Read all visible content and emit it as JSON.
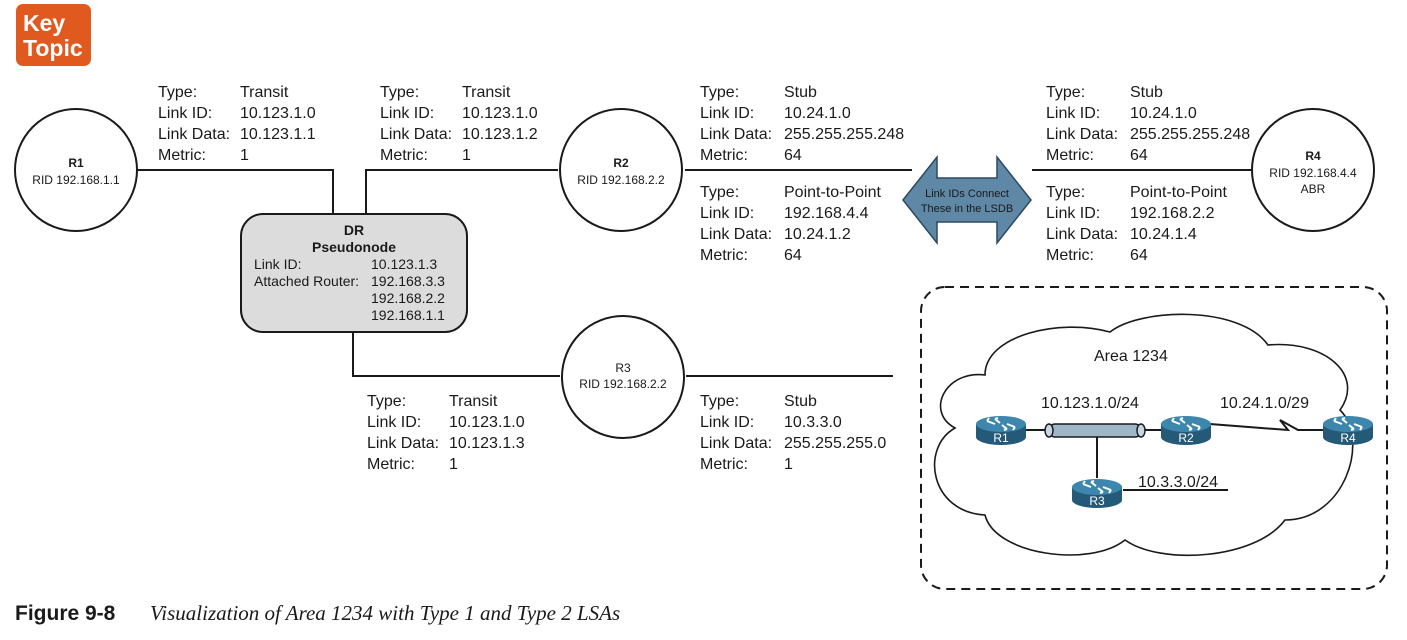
{
  "badge": {
    "line1": "Key",
    "line2": "Topic"
  },
  "routers": {
    "r1": {
      "name": "R1",
      "rid": "RID 192.168.1.1"
    },
    "r2": {
      "name": "R2",
      "rid": "RID 192.168.2.2"
    },
    "r3": {
      "name": "R3",
      "rid": "RID 192.168.2.2"
    },
    "r4": {
      "name": "R4",
      "rid": "RID 192.168.4.4",
      "role": "ABR"
    }
  },
  "dr": {
    "title1": "DR",
    "title2": "Pseudonode",
    "link_id_label": "Link ID:",
    "link_id": "10.123.1.3",
    "attached_label": "Attached Router:",
    "attached": [
      "192.168.3.3",
      "192.168.2.2",
      "192.168.1.1"
    ]
  },
  "labels": {
    "type": "Type:",
    "link_id": "Link ID:",
    "link_data": "Link Data:",
    "metric": "Metric:"
  },
  "lsas": {
    "r1_transit": {
      "type": "Transit",
      "link_id": "10.123.1.0",
      "link_data": "10.123.1.1",
      "metric": "1"
    },
    "r2_transit": {
      "type": "Transit",
      "link_id": "10.123.1.0",
      "link_data": "10.123.1.2",
      "metric": "1"
    },
    "r2_stub": {
      "type": "Stub",
      "link_id": "10.24.1.0",
      "link_data": "255.255.255.248",
      "metric": "64"
    },
    "r2_p2p": {
      "type": "Point-to-Point",
      "link_id": "192.168.4.4",
      "link_data": "10.24.1.2",
      "metric": "64"
    },
    "r4_stub": {
      "type": "Stub",
      "link_id": "10.24.1.0",
      "link_data": "255.255.255.248",
      "metric": "64"
    },
    "r4_p2p": {
      "type": "Point-to-Point",
      "link_id": "192.168.2.2",
      "link_data": "10.24.1.4",
      "metric": "64"
    },
    "r3_transit": {
      "type": "Transit",
      "link_id": "10.123.1.0",
      "link_data": "10.123.1.3",
      "metric": "1"
    },
    "r3_stub": {
      "type": "Stub",
      "link_id": "10.3.3.0",
      "link_data": "255.255.255.0",
      "metric": "1"
    }
  },
  "arrow": {
    "line1": "Link IDs Connect",
    "line2": "These in the LSDB"
  },
  "inset": {
    "area": "Area 1234",
    "net_lan": "10.123.1.0/24",
    "net_serial": "10.24.1.0/29",
    "net_r3": "10.3.3.0/24",
    "r1": "R1",
    "r2": "R2",
    "r3": "R3",
    "r4": "R4"
  },
  "caption": {
    "number": "Figure 9-8",
    "text": "Visualization of Area 1234 with Type 1 and Type 2 LSAs"
  },
  "colors": {
    "badge": "#e05a1f",
    "dr_fill": "#dcdcdc",
    "arrow_fill": "#5f87a6",
    "router_icon": "#2f6f91",
    "lan_bar": "#9fb6c9"
  }
}
